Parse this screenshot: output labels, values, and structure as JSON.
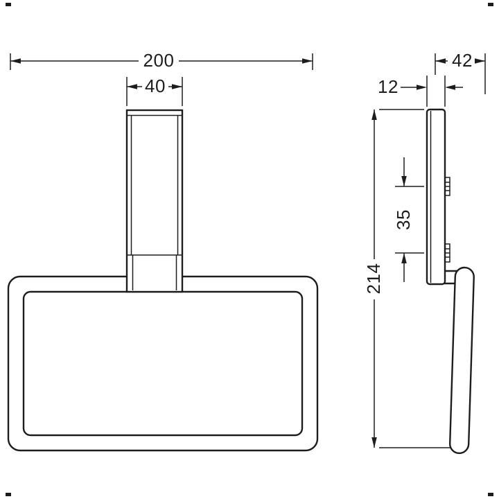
{
  "colors": {
    "line": "#1d1d1b",
    "background": "#ffffff"
  },
  "front_view": {
    "overall_width": "200",
    "bar_width": "40"
  },
  "side_view": {
    "overall_depth": "42",
    "bar_depth": "12",
    "hole_spacing": "35",
    "overall_height": "214"
  }
}
